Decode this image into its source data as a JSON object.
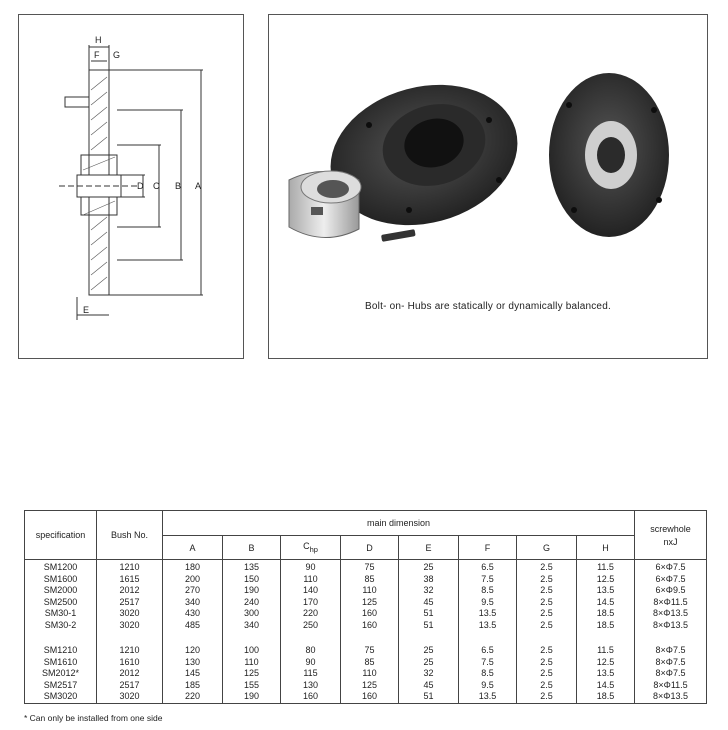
{
  "drawing": {
    "labels": {
      "H": "H",
      "F": "F",
      "G": "G",
      "D": "D",
      "C": "C",
      "B": "B",
      "A": "A",
      "E": "E"
    }
  },
  "photo": {
    "caption": "Bolt- on- Hubs are statically or dynamically balanced."
  },
  "table": {
    "col_spec": "specification",
    "col_bush": "Bush No.",
    "col_main": "main dimension",
    "col_screw": "screwhole",
    "col_screw_sub": "nxJ",
    "sub_headers": [
      "A",
      "B",
      "C",
      "D",
      "E",
      "F",
      "G",
      "H"
    ],
    "c_sub": "hp",
    "group1": [
      [
        "SM1200",
        "1210",
        "180",
        "135",
        "90",
        "75",
        "25",
        "6.5",
        "2.5",
        "11.5",
        "6×Φ7.5"
      ],
      [
        "SM1600",
        "1615",
        "200",
        "150",
        "110",
        "85",
        "38",
        "7.5",
        "2.5",
        "12.5",
        "6×Φ7.5"
      ],
      [
        "SM2000",
        "2012",
        "270",
        "190",
        "140",
        "110",
        "32",
        "8.5",
        "2.5",
        "13.5",
        "6×Φ9.5"
      ],
      [
        "SM2500",
        "2517",
        "340",
        "240",
        "170",
        "125",
        "45",
        "9.5",
        "2.5",
        "14.5",
        "8×Φ11.5"
      ],
      [
        "SM30-1",
        "3020",
        "430",
        "300",
        "220",
        "160",
        "51",
        "13.5",
        "2.5",
        "18.5",
        "8×Φ13.5"
      ],
      [
        "SM30-2",
        "3020",
        "485",
        "340",
        "250",
        "160",
        "51",
        "13.5",
        "2.5",
        "18.5",
        "8×Φ13.5"
      ]
    ],
    "group2": [
      [
        "SM1210",
        "1210",
        "120",
        "100",
        "80",
        "75",
        "25",
        "6.5",
        "2.5",
        "11.5",
        "8×Φ7.5"
      ],
      [
        "SM1610",
        "1610",
        "130",
        "110",
        "90",
        "85",
        "25",
        "7.5",
        "2.5",
        "12.5",
        "8×Φ7.5"
      ],
      [
        "SM2012*",
        "2012",
        "145",
        "125",
        "115",
        "110",
        "32",
        "8.5",
        "2.5",
        "13.5",
        "8×Φ7.5"
      ],
      [
        "SM2517",
        "2517",
        "185",
        "155",
        "130",
        "125",
        "45",
        "9.5",
        "2.5",
        "14.5",
        "8×Φ11.5"
      ],
      [
        "SM3020",
        "3020",
        "220",
        "190",
        "160",
        "160",
        "51",
        "13.5",
        "2.5",
        "18.5",
        "8×Φ13.5"
      ]
    ]
  },
  "footnote": "* Can only be installed from one side"
}
